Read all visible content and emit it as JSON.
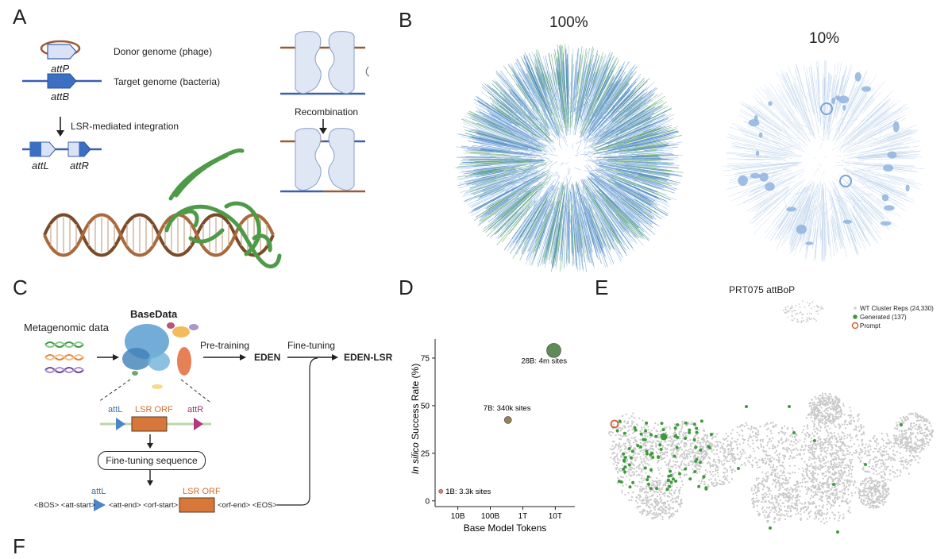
{
  "panels": {
    "a": "A",
    "b": "B",
    "c": "C",
    "d": "D",
    "e": "E",
    "f": "F"
  },
  "panel_a": {
    "attP": "attP",
    "attB": "attB",
    "attL": "attL",
    "attR": "attR",
    "donor": "Donor genome (phage)",
    "target": "Target genome (bacteria)",
    "integration": "LSR-mediated integration",
    "recombination": "Recombination"
  },
  "panel_b": {
    "full_label": "100%",
    "subset_label": "10%"
  },
  "panel_c": {
    "metagenomic": "Metagenomic data",
    "basedata": "BaseData",
    "pretraining": "Pre-training",
    "eden": "EDEN",
    "finetuning": "Fine-tuning",
    "eden_lsr": "EDEN-LSR",
    "attL": "attL",
    "lsr_orf": "LSR ORF",
    "attR": "attR",
    "ft_sequence": "Fine-tuning sequence",
    "tok_left": "<BOS> <att-start>",
    "tok_mid": "<att-end> <orf-start>",
    "tok_right": "<orf-end> <EOS>",
    "attL2": "attL",
    "lsr_orf2": "LSR ORF"
  },
  "chart_data": {
    "type": "scatter",
    "xlabel": "Base Model Tokens",
    "ylabel_italic": "In silico",
    "ylabel_rest": " Success Rate (%)",
    "xscale": "log",
    "xlim": [
      2000000000.0,
      40000000000000.0
    ],
    "ylim": [
      -3,
      85
    ],
    "xticks": [
      {
        "v": 10000000000.0,
        "label": "10B"
      },
      {
        "v": 100000000000.0,
        "label": "100B"
      },
      {
        "v": 1000000000000.0,
        "label": "1T"
      },
      {
        "v": 10000000000000.0,
        "label": "10T"
      }
    ],
    "yticks": [
      0,
      25,
      50,
      75
    ],
    "points": [
      {
        "x": 3000000000.0,
        "y": 5,
        "label": "1B: 3.3k sites",
        "color": "#e07b53",
        "size": 1
      },
      {
        "x": 350000000000.0,
        "y": 42.5,
        "label": "7B: 340k sites",
        "color": "#8a7445",
        "size": 2
      },
      {
        "x": 9000000000000.0,
        "y": 79,
        "label": "28B: 4m sites",
        "color": "#4e7f45",
        "size": 3
      }
    ]
  },
  "panel_e": {
    "title": "PRT075 attBoP",
    "legend": [
      {
        "label": "WT Cluster Reps (24,330)",
        "color": "#d0d0d0"
      },
      {
        "label": "Generated (137)",
        "color": "#3f9a3f"
      },
      {
        "label": "Prompt",
        "color": "#d06030"
      }
    ]
  }
}
